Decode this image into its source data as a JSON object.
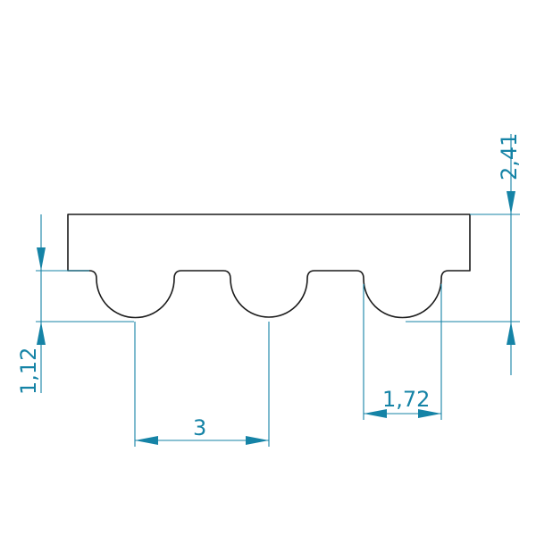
{
  "drawing": {
    "dimensions": {
      "total_height": "2,41",
      "tooth_height": "1,12",
      "pitch": "3",
      "tooth_width": "1,72"
    }
  },
  "colors": {
    "dimension": "#1583a6",
    "outline": "#1a1a1a",
    "background": "#ffffff"
  }
}
